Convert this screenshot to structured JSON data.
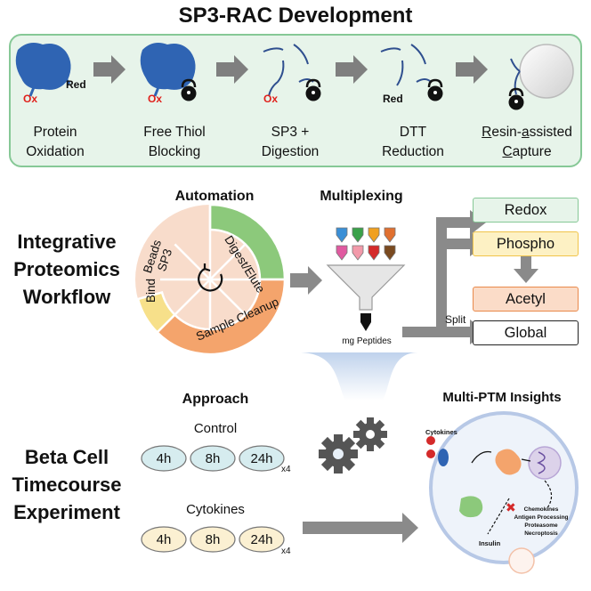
{
  "title": "SP3-RAC Development",
  "steps": [
    {
      "line1": "Protein",
      "line2": "Oxidation"
    },
    {
      "line1": "Free Thiol",
      "line2": "Blocking"
    },
    {
      "line1": "SP3 +",
      "line2": "Digestion"
    },
    {
      "line1": "DTT",
      "line2": "Reduction"
    }
  ],
  "step5": {
    "r": "R",
    "esin": "esin-",
    "a": "a",
    "ssisted": "ssisted",
    "c": "C",
    "apture": "apture"
  },
  "markers": {
    "ox": "Ox",
    "red": "Red"
  },
  "workflow_label": {
    "line1": "Integrative",
    "line2": "Proteomics",
    "line3": "Workflow"
  },
  "automation": {
    "title": "Automation",
    "segments": {
      "digest": "Digest/Elute",
      "cleanup": "Sample Cleanup",
      "bind": "Bind",
      "beads": "Beads",
      "sp3": "SP3"
    }
  },
  "multiplexing": {
    "title": "Multiplexing",
    "footer": "mg Peptides"
  },
  "split_label": "Split",
  "ptm_boxes": {
    "redox": "Redox",
    "phospho": "Phospho",
    "acetyl": "Acetyl",
    "global": "Global"
  },
  "experiment_label": {
    "line1": "Beta Cell",
    "line2": "Timecourse",
    "line3": "Experiment"
  },
  "approach": {
    "title": "Approach",
    "control": "Control",
    "cytokines": "Cytokines",
    "times": [
      "4h",
      "8h",
      "24h"
    ],
    "replicates": "x4"
  },
  "insights": {
    "title": "Multi-PTM Insights",
    "cytokines": "Cytokines",
    "insulin": "Insulin",
    "outcomes": [
      "Chemokines",
      "Antigen Processing",
      "Proteasome",
      "Necroptosis"
    ]
  },
  "colors": {
    "green_panel": "#e7f4ea",
    "green_border": "#86c896",
    "blue_panel": "#e8f0f8",
    "blue_border": "#4d79b4",
    "protein_blue": "#2f64b3",
    "ox_red": "#e0201b",
    "phospho_orange": "#f5a673",
    "bind_yellow": "#f7e08a",
    "digest_green": "#8cc97b"
  }
}
